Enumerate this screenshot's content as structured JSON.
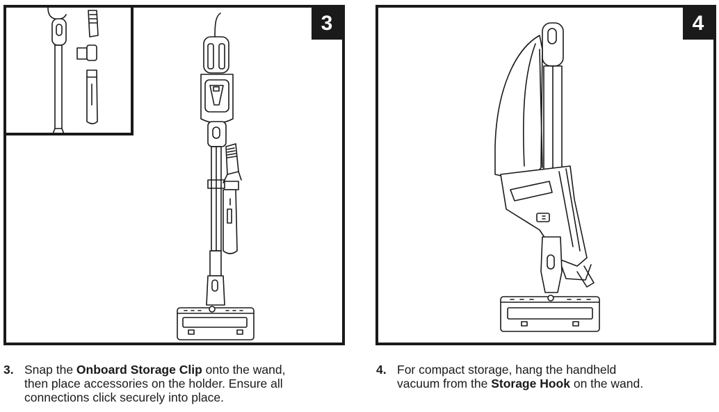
{
  "panels": [
    {
      "step_badge": "3",
      "illustration": "vacuum-with-storage-clip-and-accessories"
    },
    {
      "step_badge": "4",
      "illustration": "handheld-vacuum-on-storage-hook"
    }
  ],
  "captions": [
    {
      "number": "3.",
      "pre": "Snap the ",
      "bold1": "Onboard Storage Clip",
      "mid": " onto the wand,",
      "line2": "then place accessories on the holder. Ensure all",
      "line3": "connections click securely into place."
    },
    {
      "number": "4.",
      "line1": "For compact storage, hang the handheld",
      "pre2": "vacuum from the ",
      "bold1": "Storage Hook",
      "post2": " on the wand."
    }
  ],
  "colors": {
    "ink": "#1a1a1a",
    "background": "#ffffff"
  }
}
